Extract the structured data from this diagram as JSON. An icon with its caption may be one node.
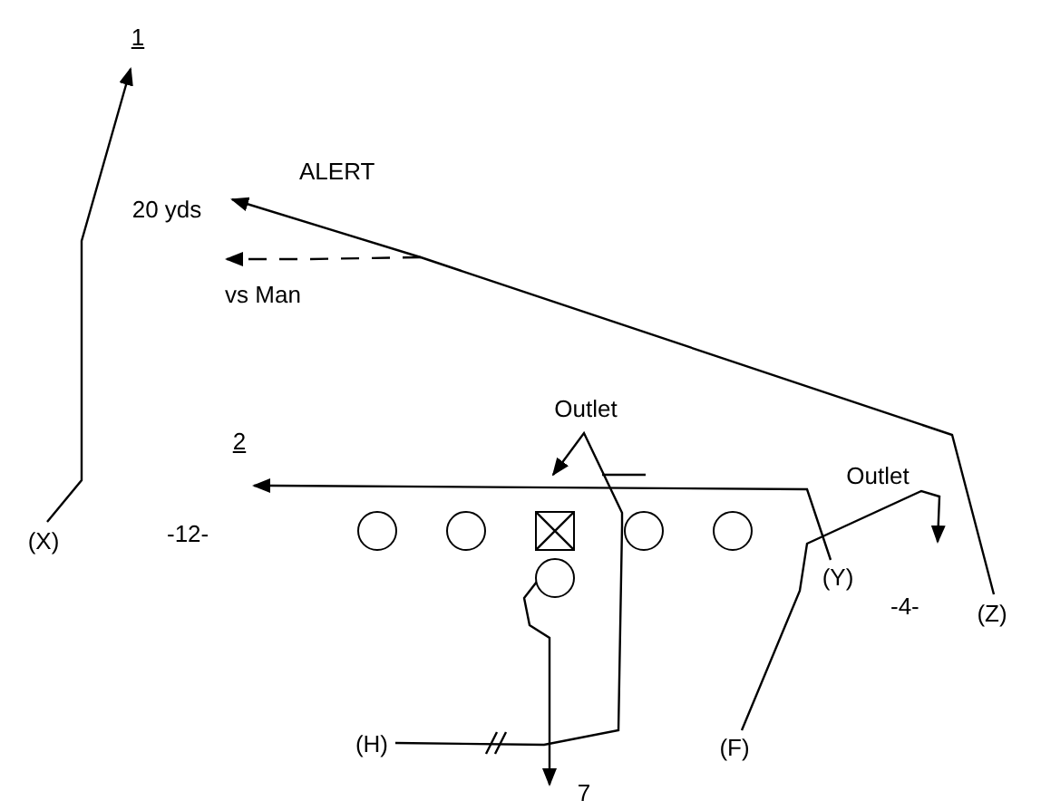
{
  "diagram": {
    "nodes": [
      {
        "text": [
          "1"
        ]
      },
      {
        "text": [
          "20 yds"
        ]
      },
      {
        "text": [
          "vs Man"
        ]
      },
      {
        "text": [
          "Outlet"
        ]
      },
      {
        "text": [
          "2"
        ]
      },
      {
        "text": [
          "Outlet"
        ]
      },
      {
        "text": [
          "(X)"
        ]
      },
      {
        "text": [],
        "shape": "circle"
      },
      {
        "text": [],
        "shape": "circle"
      },
      {
        "text": [],
        "shape": "box"
      },
      {
        "text": [],
        "shape": "circle"
      },
      {
        "text": [],
        "shape": "circle"
      },
      {
        "text": [
          "(Y)"
        ]
      },
      {
        "text": [
          "(Z)"
        ]
      },
      {
        "text": [],
        "shape": "circle"
      },
      {
        "text": [
          "(H)"
        ]
      },
      {
        "text": [
          "(F)"
        ]
      },
      {
        "text": [
          "7"
        ]
      }
    ],
    "edges": [
      {
        "from": 6,
        "to": 0,
        "arrow": "to"
      },
      {
        "from": 13,
        "to": 1,
        "arrow": "to",
        "label": "ALERT"
      },
      {
        "from": null,
        "to": 2,
        "arrow": "to",
        "style": "dashed"
      },
      {
        "from": 12,
        "to": 4,
        "arrow": "to"
      },
      {
        "from": 15,
        "to": 3,
        "arrow": "to"
      },
      {
        "from": 16,
        "to": 5,
        "arrow": "to"
      },
      {
        "from": 14,
        "to": 17,
        "arrow": "to"
      }
    ],
    "labels": [
      "-12-",
      "-4-"
    ]
  }
}
